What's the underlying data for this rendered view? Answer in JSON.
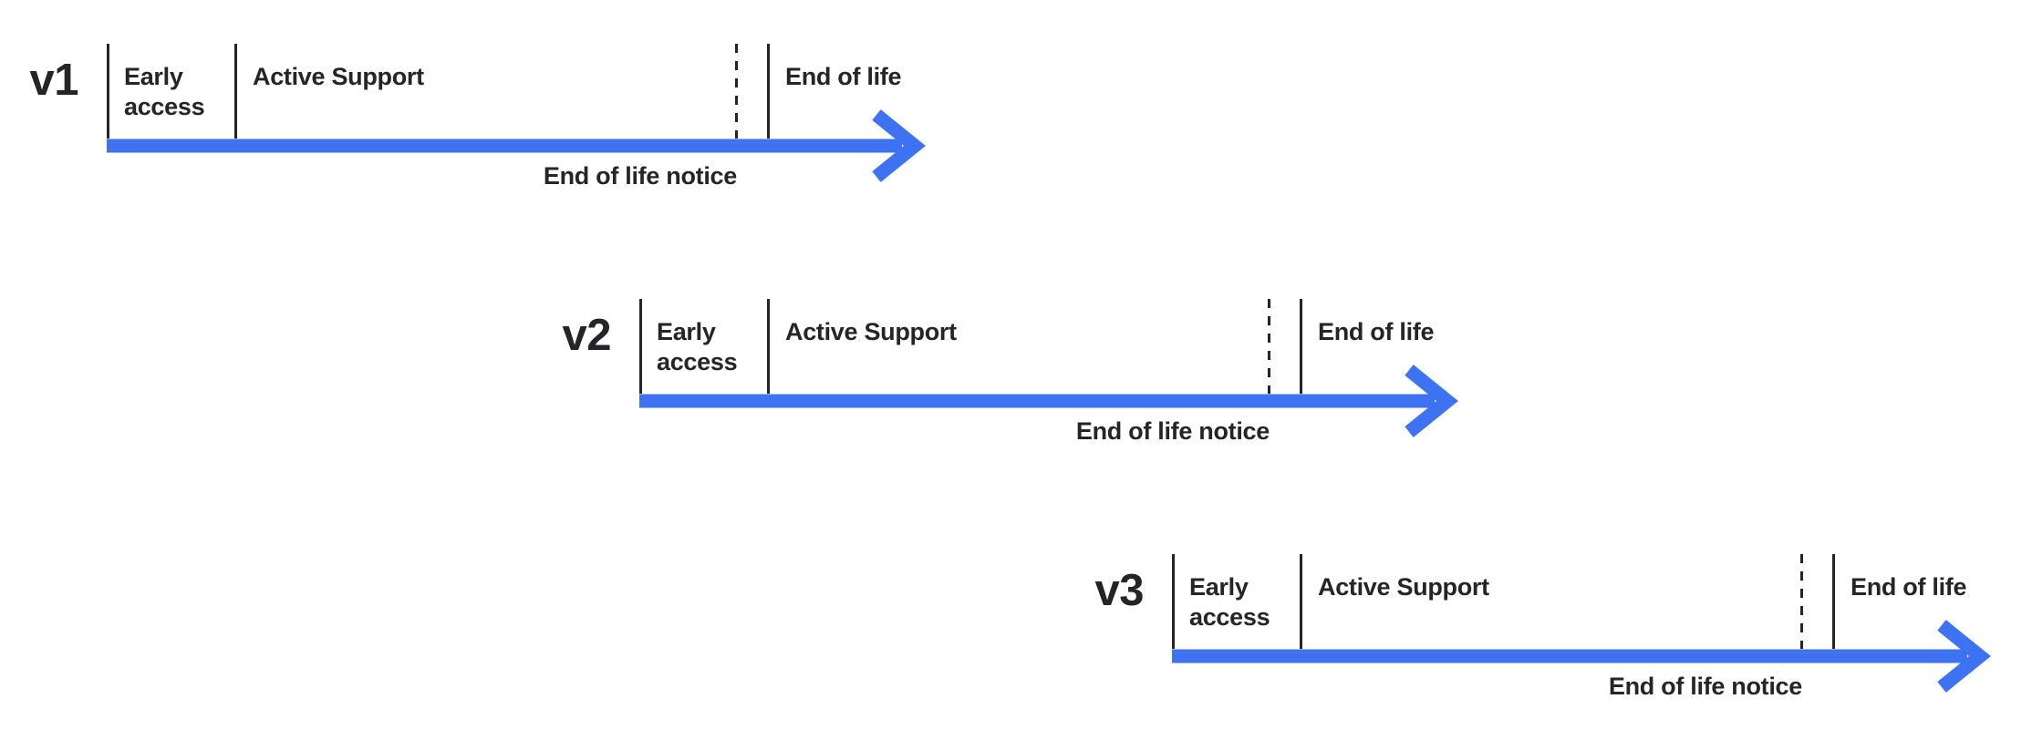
{
  "diagram": {
    "type": "version-lifecycle-timelines",
    "colors": {
      "arrow_blue": "#3D72F2",
      "ink": "#242528",
      "background": "#FFFFFF"
    },
    "timelines": [
      {
        "version": "v1",
        "early_access_label": "Early access",
        "active_support_label": "Active Support",
        "end_of_life_label": "End of life",
        "end_of_life_notice_label": "End of life notice"
      },
      {
        "version": "v2",
        "early_access_label": "Early access",
        "active_support_label": "Active Support",
        "end_of_life_label": "End of life",
        "end_of_life_notice_label": "End of life notice"
      },
      {
        "version": "v3",
        "early_access_label": "Early access",
        "active_support_label": "Active Support",
        "end_of_life_label": "End of life",
        "end_of_life_notice_label": "End of life notice"
      }
    ]
  }
}
